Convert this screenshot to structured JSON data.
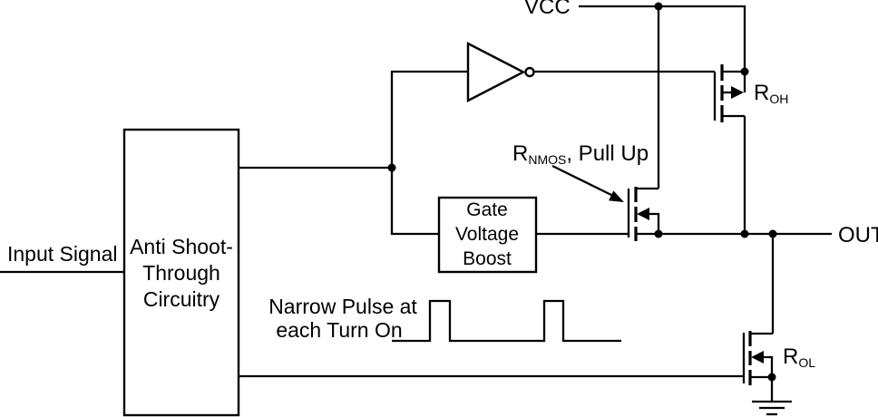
{
  "schematic": {
    "colors": {
      "line": "#000000",
      "background": "#ffffff"
    },
    "vcc_label": "VCC",
    "out_label": "OUT",
    "input_label": "Input Signal",
    "anti_shoot_box": {
      "line1": "Anti Shoot-",
      "line2": "Through",
      "line3": "Circuitry"
    },
    "gate_boost_box": {
      "line1": "Gate",
      "line2": "Voltage",
      "line3": "Boost"
    },
    "pulse_note": {
      "line1": "Narrow Pulse at",
      "line2": "each Turn On"
    },
    "r_oh": {
      "base": "R",
      "sub": "OH"
    },
    "r_nmos": {
      "base": "R",
      "sub": "NMOS",
      "rest": ", Pull Up"
    },
    "r_ol": {
      "base": "R",
      "sub": "OL"
    }
  }
}
